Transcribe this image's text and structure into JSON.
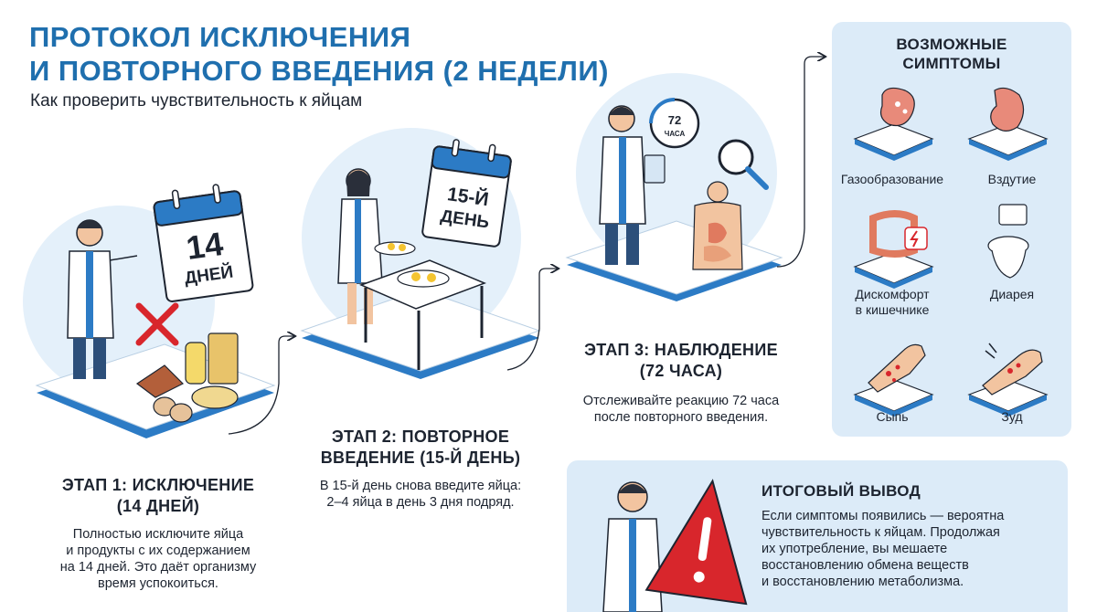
{
  "header": {
    "title_line1": "ПРОТОКОЛ ИСКЛЮЧЕНИЯ",
    "title_line2": "И ПОВТОРНОГО ВВЕДЕНИЯ (2 НЕДЕЛИ)",
    "subtitle": "Как проверить чувствительность к яйцам"
  },
  "stage1": {
    "calendar_number": "14",
    "calendar_word": "ДНЕЙ",
    "title_line1": "ЭТАП 1: ИСКЛЮЧЕНИЕ",
    "title_line2": "(14 ДНЕЙ)",
    "desc_lines": [
      "Полностью исключите яйца",
      "и продукты с их содержанием",
      "на 14 дней. Это даёт организму",
      "время успокоиться."
    ]
  },
  "stage2": {
    "calendar_line1": "15-Й",
    "calendar_line2": "ДЕНЬ",
    "title_line1": "ЭТАП 2: ПОВТОРНОЕ",
    "title_line2": "ВВЕДЕНИЕ (15-Й ДЕНЬ)",
    "desc_lines": [
      "В 15-й день снова введите яйца:",
      "2–4 яйца в день 3 дня подряд."
    ]
  },
  "stage3": {
    "clock_number": "72",
    "clock_word": "ЧАСА",
    "title_line1": "ЭТАП 3: НАБЛЮДЕНИЕ",
    "title_line2": "(72 ЧАСА)",
    "desc_lines": [
      "Отслеживайте реакцию 72 часа",
      "после повторного введения."
    ]
  },
  "symptoms": {
    "title_line1": "ВОЗМОЖНЫЕ",
    "title_line2": "СИМПТОМЫ",
    "items": [
      {
        "label": "Газообразование",
        "icon": "gas-stomach-icon"
      },
      {
        "label": "Вздутие",
        "icon": "bloated-stomach-icon"
      },
      {
        "label": "Дискомфорт",
        "label2": "в кишечнике",
        "icon": "intestine-discomfort-icon"
      },
      {
        "label": "Диарея",
        "icon": "toilet-icon"
      },
      {
        "label": "Сыпь",
        "icon": "rash-arm-icon"
      },
      {
        "label": "Зуд",
        "icon": "itch-arm-icon"
      }
    ]
  },
  "summary": {
    "title": "ИТОГОВЫЙ ВЫВОД",
    "lines": [
      "Если симптомы появились — вероятна",
      "чувствительность к яйцам. Продолжая",
      "их употребление, вы мешаете",
      "восстановлению обмена веществ",
      "и восстановлению метаболизма."
    ]
  },
  "colors": {
    "accent_blue": "#1f6fae",
    "panel_bg": "#dcebf8",
    "platform_blue": "#2c7bc5",
    "warning_red": "#d8262c"
  }
}
